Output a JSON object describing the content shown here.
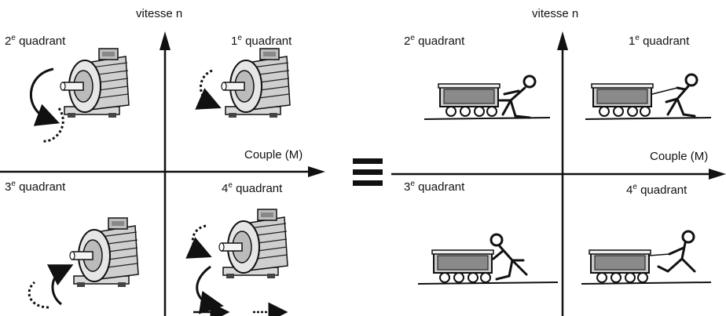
{
  "left_panel": {
    "axis_y_label": "vitesse n",
    "axis_x_label": "Couple (M)",
    "quadrants": [
      {
        "num": "2",
        "sup": "e",
        "word": "quadrant"
      },
      {
        "num": "1",
        "sup": "e",
        "word": "quadrant"
      },
      {
        "num": "3",
        "sup": "e",
        "word": "quadrant"
      },
      {
        "num": "4",
        "sup": "e",
        "word": "quadrant"
      }
    ]
  },
  "right_panel": {
    "axis_y_label": "vitesse n",
    "axis_x_label": "Couple (M)",
    "quadrants": [
      {
        "num": "2",
        "sup": "e",
        "word": "quadrant"
      },
      {
        "num": "1",
        "sup": "e",
        "word": "quadrant"
      },
      {
        "num": "3",
        "sup": "e",
        "word": "quadrant"
      },
      {
        "num": "4",
        "sup": "e",
        "word": "quadrant"
      }
    ]
  },
  "equivalence_symbol": "equals-sign-icon"
}
